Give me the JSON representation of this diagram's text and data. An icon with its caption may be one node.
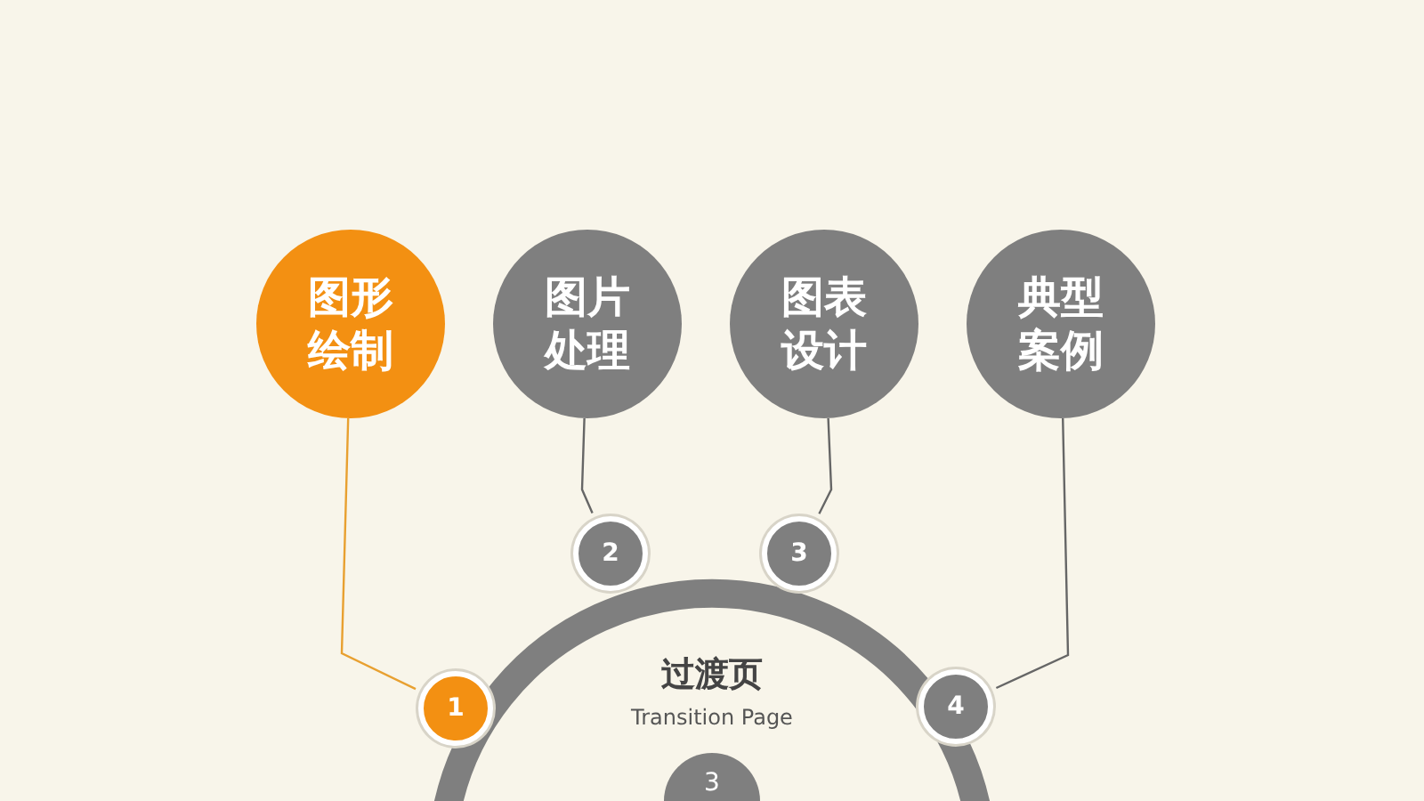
{
  "diagram": {
    "nodes": [
      {
        "text": [
          "图形绘制"
        ]
      },
      {
        "text": [
          "图片处理"
        ]
      },
      {
        "text": [
          "图表设计"
        ]
      },
      {
        "text": [
          "典型案例"
        ]
      },
      {
        "text": [
          "1"
        ]
      },
      {
        "text": [
          "2"
        ]
      },
      {
        "text": [
          "3"
        ]
      },
      {
        "text": [
          "4"
        ]
      },
      {
        "text": [
          "3"
        ]
      }
    ],
    "edges": [
      {
        "from": 0,
        "to": 4,
        "arrow": "none",
        "color": "#e8a030"
      },
      {
        "from": 1,
        "to": 5,
        "arrow": "none"
      },
      {
        "from": 2,
        "to": 6,
        "arrow": "none"
      },
      {
        "from": 3,
        "to": 7,
        "arrow": "none"
      }
    ],
    "labels": [
      "过渡页",
      "Transition Page"
    ]
  }
}
